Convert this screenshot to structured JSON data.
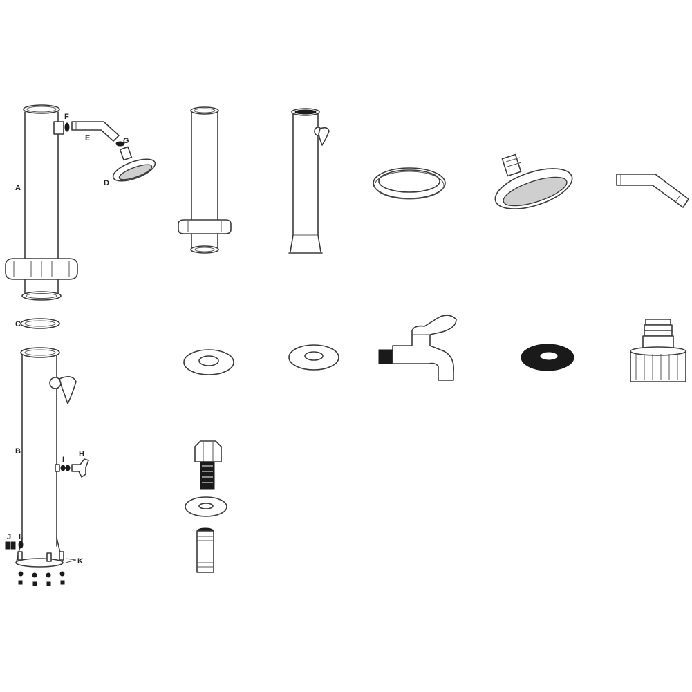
{
  "labels": {
    "A": "A",
    "B": "B",
    "C": "C",
    "D": "D",
    "E": "E",
    "F": "F",
    "G": "G",
    "H": "H",
    "I_tap": "I",
    "I_base": "I",
    "J": "J",
    "K": "K"
  },
  "icons": [
    "upper-column-part-a-icon",
    "lower-column-part-b-icon",
    "seal-ring-c-icon",
    "shower-head-d-icon",
    "shower-arm-e-icon",
    "connector-f-icon",
    "washer-g-icon",
    "tap-h-icon",
    "washer-i-icon",
    "bolt-j-icon",
    "washer-k-icon",
    "hose-connector-icon"
  ],
  "colors": {
    "line": "#3a3a3a",
    "fill": "#ffffff",
    "dark": "#1a1a1a",
    "background": "#ffffff"
  }
}
